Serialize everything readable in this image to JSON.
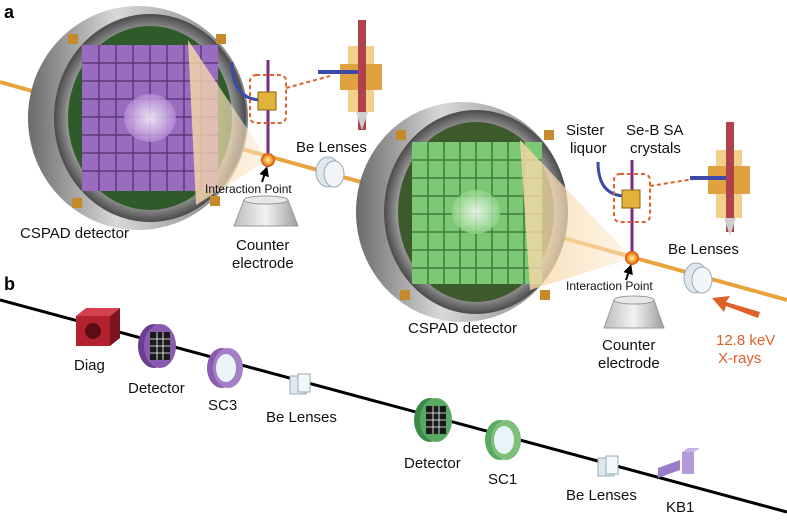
{
  "panel_a": {
    "letter": "a",
    "detector1_label": "CSPAD detector",
    "detector2_label": "CSPAD detector",
    "interaction1_label": "Interaction Point",
    "interaction2_label": "Interaction Point",
    "counter1_line1": "Counter",
    "counter1_line2": "electrode",
    "counter2_line1": "Counter",
    "counter2_line2": "electrode",
    "lenses1_label": "Be Lenses",
    "lenses2_label": "Be Lenses",
    "sister_line1": "Sister",
    "sister_line2": "liquor",
    "crystals_line1": "Se-B SA",
    "crystals_line2": "crystals",
    "xray_line1": "12.8 keV",
    "xray_line2": "X-rays",
    "colors": {
      "beam": "#e8a33c",
      "xray_arrow": "#e0602a",
      "detector1_tint": "#b48ad6",
      "detector2_tint": "#8fd486"
    }
  },
  "panel_b": {
    "letter": "b",
    "diag_label": "Diag",
    "detector1_label": "Detector",
    "sc3_label": "SC3",
    "lenses1_label": "Be Lenses",
    "detector2_label": "Detector",
    "sc1_label": "SC1",
    "lenses2_label": "Be Lenses",
    "kb1_label": "KB1",
    "colors": {
      "diag": "#b3202e",
      "detector1": "#6a3d8f",
      "sc3": "#a67fc9",
      "detector2": "#3f8a4a",
      "sc1": "#7fbf7a",
      "kb1": "#9a7cc9",
      "lens": "#c9dbe8"
    }
  }
}
